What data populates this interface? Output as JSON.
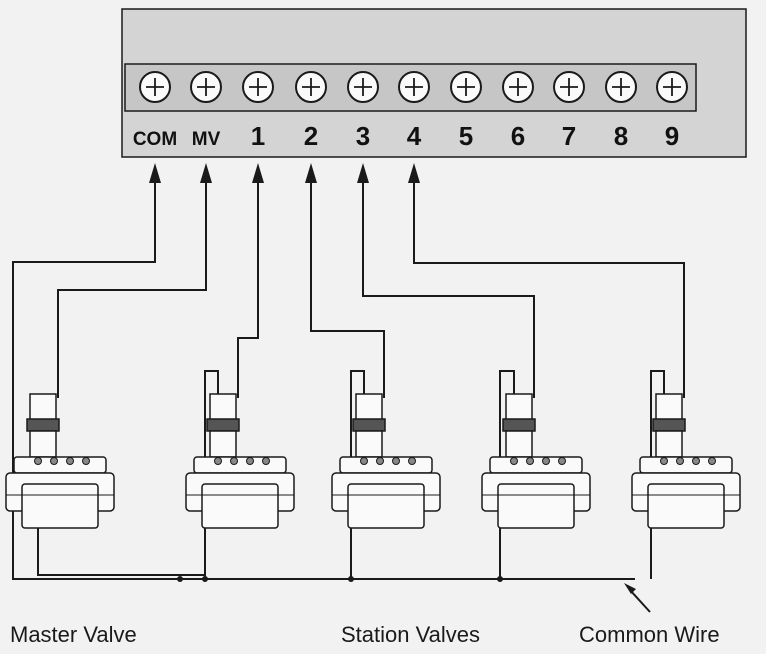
{
  "controller": {
    "terminals": [
      {
        "id": "com",
        "label": "COM",
        "wired": true
      },
      {
        "id": "mv",
        "label": "MV",
        "wired": true
      },
      {
        "id": "1",
        "label": "1",
        "wired": true
      },
      {
        "id": "2",
        "label": "2",
        "wired": true
      },
      {
        "id": "3",
        "label": "3",
        "wired": true
      },
      {
        "id": "4",
        "label": "4",
        "wired": true
      },
      {
        "id": "5",
        "label": "5",
        "wired": false
      },
      {
        "id": "6",
        "label": "6",
        "wired": false
      },
      {
        "id": "7",
        "label": "7",
        "wired": false
      },
      {
        "id": "8",
        "label": "8",
        "wired": false
      },
      {
        "id": "9",
        "label": "9",
        "wired": false
      }
    ]
  },
  "valves": [
    {
      "id": "master",
      "terminal": "mv"
    },
    {
      "id": "station-1",
      "terminal": "1"
    },
    {
      "id": "station-2",
      "terminal": "2"
    },
    {
      "id": "station-3",
      "terminal": "3"
    },
    {
      "id": "station-4",
      "terminal": "4"
    }
  ],
  "captions": {
    "master_valve": "Master Valve",
    "station_valves": "Station Valves",
    "common_wire": "Common Wire"
  },
  "colors": {
    "background": "#f2f2f2",
    "panel": "#d4d4d4",
    "strip": "#c6c6c6",
    "line": "#1a1a1a"
  }
}
